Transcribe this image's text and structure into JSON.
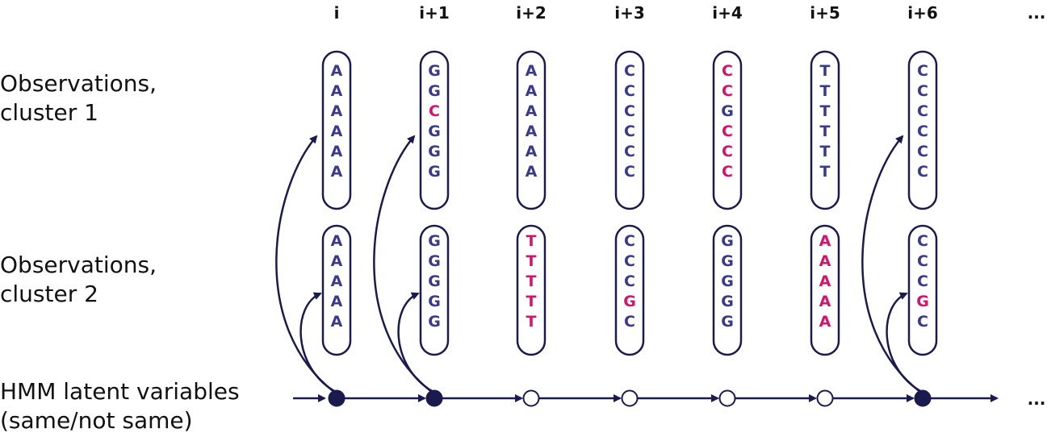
{
  "colors": {
    "ink": "#1b1a4e",
    "letter_normal": "#3a3a8c",
    "letter_variant": "#d4146a",
    "label": "#111111"
  },
  "positions": [
    "i",
    "i+1",
    "i+2",
    "i+3",
    "i+4",
    "i+5",
    "i+6"
  ],
  "trailing_ellipsis_top": "...",
  "trailing_ellipsis_chain": "...",
  "row_labels": {
    "cluster1": [
      "Observations,",
      "cluster 1"
    ],
    "cluster2": [
      "Observations,",
      "cluster 2"
    ],
    "hmm": [
      "HMM latent variables",
      "(same/not same)"
    ]
  },
  "cluster1": [
    [
      "A",
      "A",
      "A",
      "A",
      "A",
      "A"
    ],
    [
      "G",
      "G",
      "C",
      "G",
      "G",
      "G"
    ],
    [
      "A",
      "A",
      "A",
      "A",
      "A",
      "A"
    ],
    [
      "C",
      "C",
      "C",
      "C",
      "C",
      "C"
    ],
    [
      "C",
      "C",
      "G",
      "C",
      "C",
      "C"
    ],
    [
      "T",
      "T",
      "T",
      "T",
      "T",
      "T"
    ],
    [
      "C",
      "C",
      "C",
      "C",
      "C",
      "C"
    ]
  ],
  "cluster1_variant": [
    [
      false,
      false,
      false,
      false,
      false,
      false
    ],
    [
      false,
      false,
      true,
      false,
      false,
      false
    ],
    [
      false,
      false,
      false,
      false,
      false,
      false
    ],
    [
      false,
      false,
      false,
      false,
      false,
      false
    ],
    [
      true,
      true,
      false,
      true,
      true,
      true
    ],
    [
      false,
      false,
      false,
      false,
      false,
      false
    ],
    [
      false,
      false,
      false,
      false,
      false,
      false
    ]
  ],
  "cluster2": [
    [
      "A",
      "A",
      "A",
      "A",
      "A"
    ],
    [
      "G",
      "G",
      "G",
      "G",
      "G"
    ],
    [
      "T",
      "T",
      "T",
      "T",
      "T"
    ],
    [
      "C",
      "C",
      "C",
      "G",
      "C"
    ],
    [
      "G",
      "G",
      "G",
      "G",
      "G"
    ],
    [
      "A",
      "A",
      "A",
      "A",
      "A"
    ],
    [
      "C",
      "C",
      "C",
      "G",
      "C"
    ]
  ],
  "cluster2_variant": [
    [
      false,
      false,
      false,
      false,
      false
    ],
    [
      false,
      false,
      false,
      false,
      false
    ],
    [
      true,
      true,
      true,
      true,
      true
    ],
    [
      false,
      false,
      false,
      true,
      false
    ],
    [
      false,
      false,
      false,
      false,
      false
    ],
    [
      true,
      true,
      true,
      true,
      true
    ],
    [
      false,
      false,
      false,
      true,
      false
    ]
  ],
  "hmm_states": [
    "filled",
    "filled",
    "open",
    "open",
    "open",
    "open",
    "filled"
  ]
}
